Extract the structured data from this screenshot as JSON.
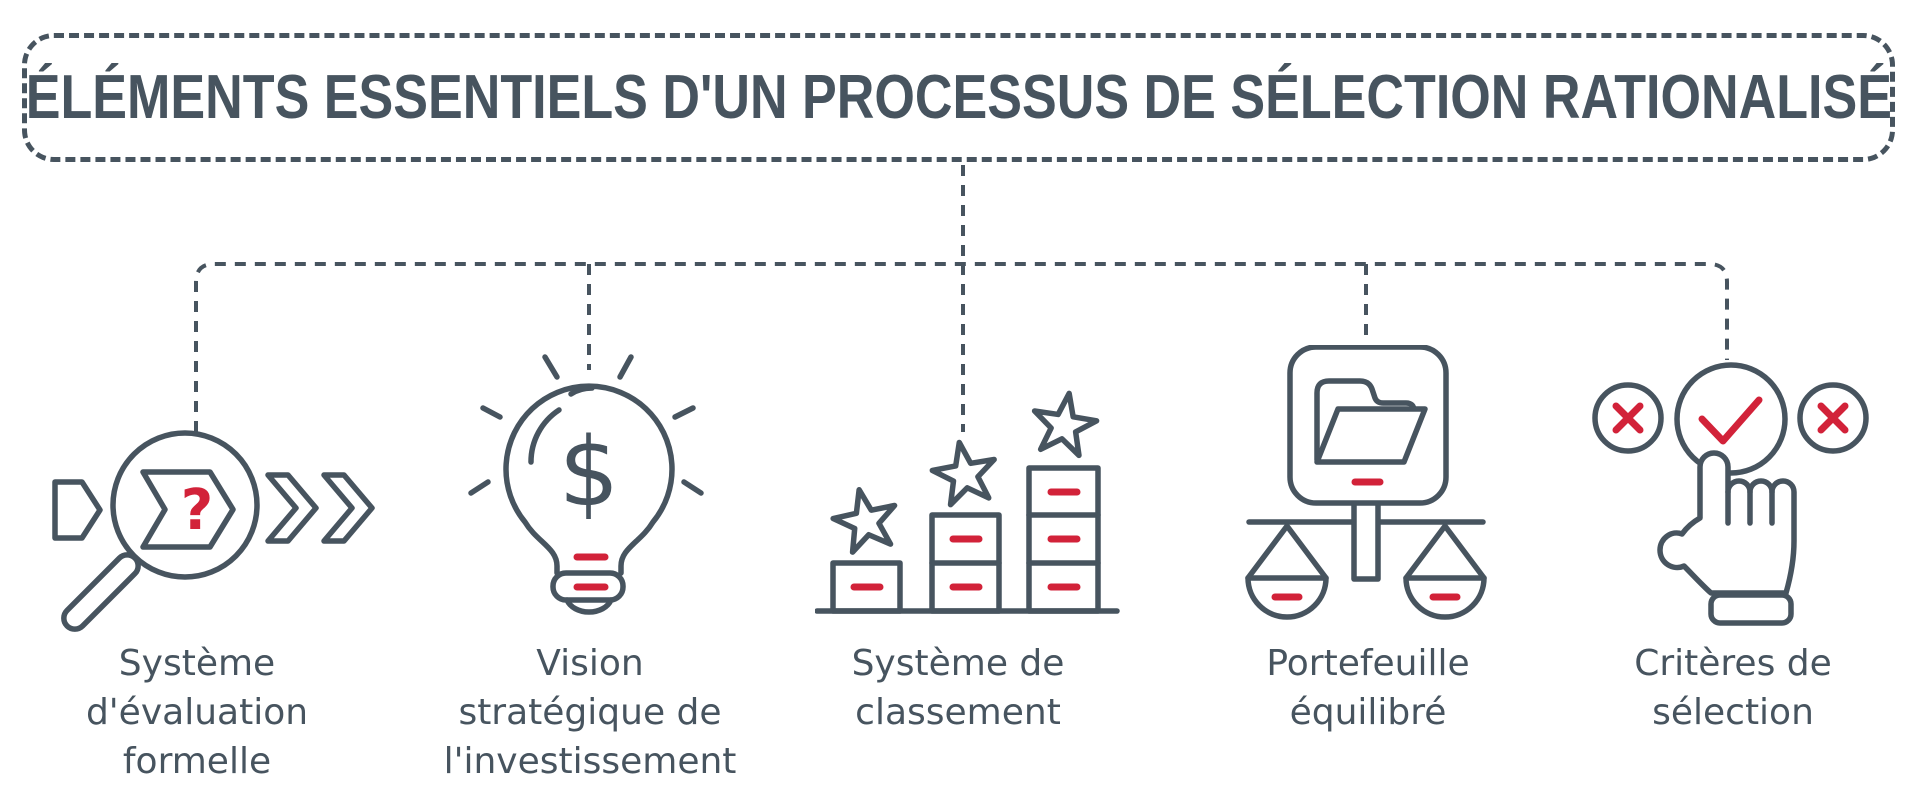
{
  "title": "ÉLÉMENTS ESSENTIELS D'UN PROCESSUS DE SÉLECTION RATIONALISÉ",
  "colors": {
    "ink": "#47545f",
    "accent": "#d22239",
    "background": "#ffffff"
  },
  "icon_glyphs": {
    "question": "?",
    "dollar": "$"
  },
  "items": [
    {
      "id": "formal-evaluation-system",
      "icon": "magnifier-process-icon",
      "label_lines": {
        "0": "Système",
        "1": "d'évaluation",
        "2": "formelle"
      }
    },
    {
      "id": "strategic-investment-vision",
      "icon": "lightbulb-dollar-icon",
      "label_lines": {
        "0": "Vision",
        "1": "stratégique de",
        "2": "l'investissement"
      }
    },
    {
      "id": "ranking-system",
      "icon": "ranking-bars-stars-icon",
      "label_lines": {
        "0": "Système de",
        "1": "classement"
      }
    },
    {
      "id": "balanced-portfolio",
      "icon": "folder-balance-scale-icon",
      "label_lines": {
        "0": "Portefeuille",
        "1": "équilibré"
      }
    },
    {
      "id": "selection-criteria",
      "icon": "hand-check-cross-icon",
      "label_lines": {
        "0": "Critères de",
        "1": "sélection"
      }
    }
  ]
}
